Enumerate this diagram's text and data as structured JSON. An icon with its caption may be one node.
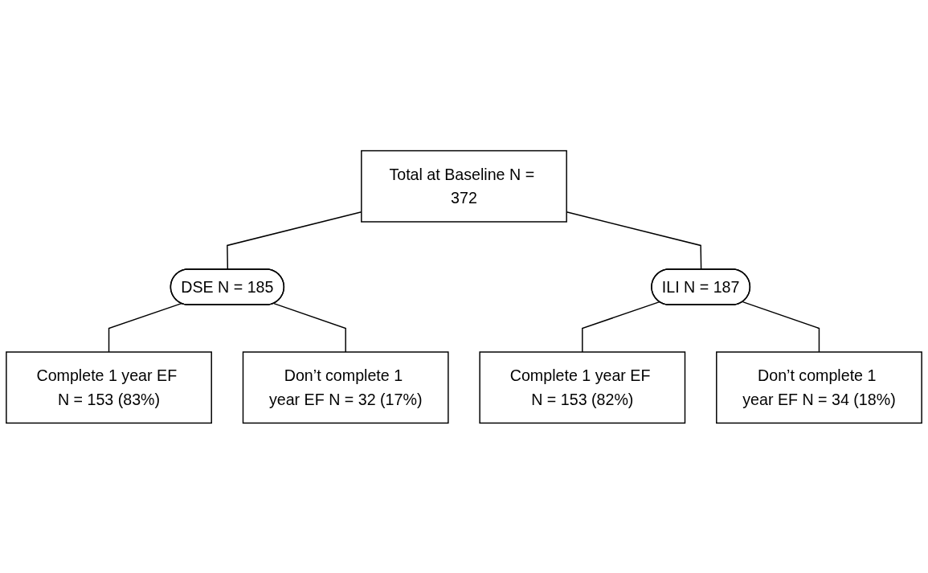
{
  "diagram": {
    "nodes": [
      {
        "text": [
          "Total at Baseline N = 372"
        ]
      },
      {
        "text": [
          "DSE N = 185"
        ]
      },
      {
        "text": [
          "ILI N = 187"
        ]
      },
      {
        "text": [
          "Complete 1 year EF N = 153 (83%)"
        ]
      },
      {
        "text": [
          "Don’t complete 1 year EF N = 32 (17%)"
        ]
      },
      {
        "text": [
          "Complete 1 year EF N = 153 (82%)"
        ]
      },
      {
        "text": [
          "Don’t complete 1 year EF N = 34 (18%)"
        ]
      }
    ],
    "edges": [
      {
        "from": 0,
        "to": 1,
        "arrow": "none"
      },
      {
        "from": 0,
        "to": 2,
        "arrow": "none"
      },
      {
        "from": 1,
        "to": 3,
        "arrow": "none"
      },
      {
        "from": 1,
        "to": 4,
        "arrow": "none"
      },
      {
        "from": 2,
        "to": 5,
        "arrow": "none"
      },
      {
        "from": 2,
        "to": 6,
        "arrow": "none"
      }
    ]
  }
}
